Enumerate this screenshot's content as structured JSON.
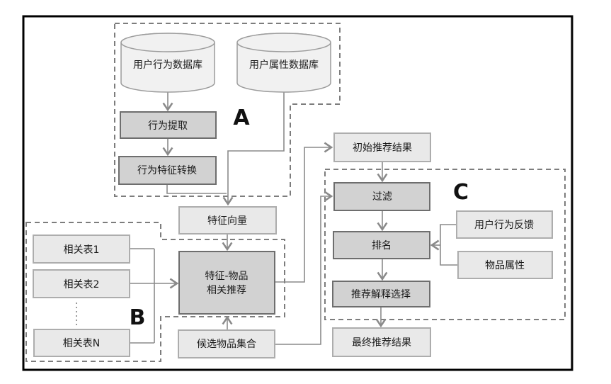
{
  "groups": {
    "a": "A",
    "b": "B",
    "c": "C"
  },
  "nodes": {
    "user_behavior_db": "用户行为数据库",
    "user_attr_db": "用户属性数据库",
    "behavior_extract": "行为提取",
    "behavior_feature_convert": "行为特征转换",
    "feature_vector": "特征向量",
    "feature_item_rec_line1": "特征-物品",
    "feature_item_rec_line2": "相关推荐",
    "candidate_items": "候选物品集合",
    "related_table_1": "相关表1",
    "related_table_2": "相关表2",
    "related_table_n": "相关表N",
    "initial_results": "初始推荐结果",
    "filter": "过滤",
    "ranking": "排名",
    "explain_select": "推荐解释选择",
    "final_results": "最终推荐结果",
    "user_feedback": "用户行为反馈",
    "item_attrs": "物品属性"
  },
  "colors": {
    "frame": "#000000",
    "dashed_region": "#7d7d7d",
    "connector": "#8a8a8a",
    "process_box_fill": "#d2d2d2",
    "process_box_border": "#6e6e6e",
    "data_box_fill": "#e9e9e9",
    "data_box_border": "#adadad",
    "cylinder_fill": "#f1f1f1",
    "cylinder_border": "#9c9c9c",
    "text": "#1a1a1a"
  }
}
